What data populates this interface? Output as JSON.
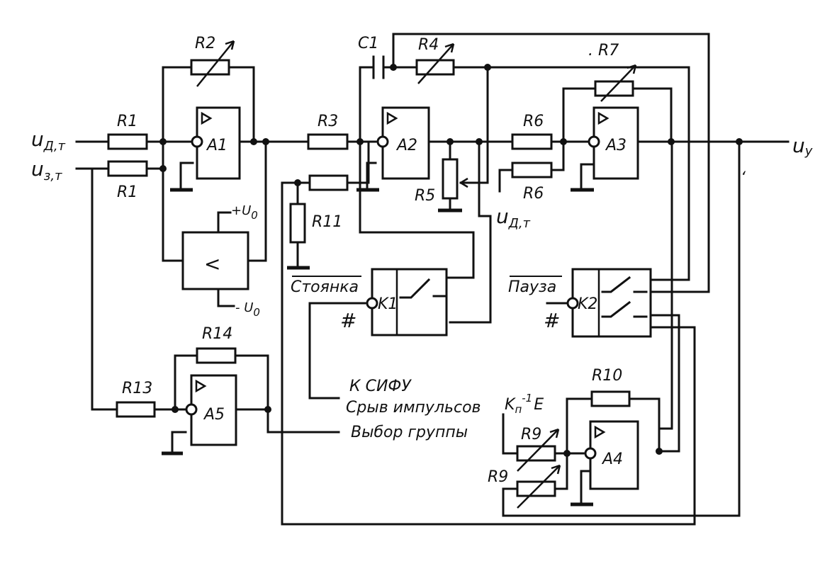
{
  "resistors": {
    "r1_top": "R1",
    "r1_bottom": "R1",
    "r2": "R2",
    "r3": "R3",
    "r4": "R4",
    "r5": "R5",
    "r6_top": "R6",
    "r6_bottom": "R6",
    "r7": ". R7",
    "r9_top": "R9",
    "r9_bottom": "R9",
    "r10": "R10",
    "r11": "R11",
    "r13": "R13",
    "r14": "R14"
  },
  "capacitors": {
    "c1": "C1"
  },
  "amplifiers": {
    "a1": "A1",
    "a2": "A2",
    "a3": "A3",
    "a4": "A4",
    "a5": "A5"
  },
  "relays": {
    "k1": "K1",
    "k2": "K2"
  },
  "comparator": {
    "symbol": "<",
    "plus_supply": "+U",
    "plus_supply_sub": "0",
    "minus_supply": "- U",
    "minus_supply_sub": "0"
  },
  "signals": {
    "u_d_t_in": "u",
    "u_d_t_in_sub": "Д,т",
    "u_z_t_in": "u",
    "u_z_t_in_sub": "з,т",
    "u_y_out": "u",
    "u_y_out_sub": "у",
    "u_d_t_mid": "u",
    "u_d_t_mid_sub": "Д,т",
    "kn_e": "K",
    "kn_e_sub": "п",
    "kn_e_sup": "-1",
    "kn_e_tail": "E",
    "stray_mark": "‘",
    "dot_mark": "."
  },
  "control_labels": {
    "stoyanka": "Стоянка",
    "pauza": "Пауза",
    "k_sifu": "К СИФУ",
    "sryv": "Срыв импульсов",
    "vybor": "Выбор группы",
    "hash_k1": "#",
    "hash_k2": "#"
  }
}
